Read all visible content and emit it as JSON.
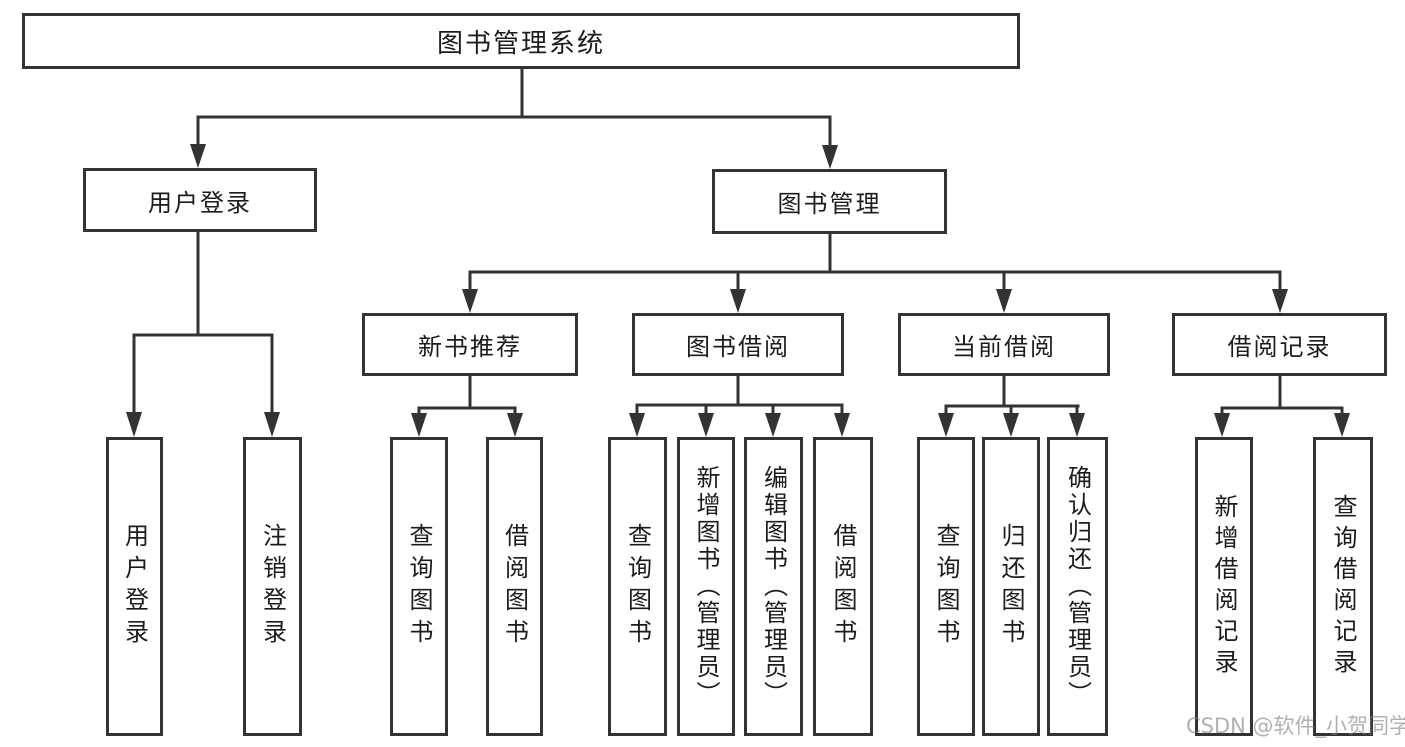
{
  "diagram": {
    "root": {
      "label": "图书管理系统"
    },
    "user": {
      "label": "用户登录",
      "children": [
        {
          "label": "用户登录"
        },
        {
          "label": "注销登录"
        }
      ]
    },
    "book": {
      "label": "图书管理",
      "modules": [
        {
          "label": "新书推荐",
          "children": [
            {
              "label": "查询图书"
            },
            {
              "label": "借阅图书"
            }
          ]
        },
        {
          "label": "图书借阅",
          "children": [
            {
              "label": "查询图书"
            },
            {
              "label": "新增图书（管理员）"
            },
            {
              "label": "编辑图书（管理员）"
            },
            {
              "label": "借阅图书"
            }
          ]
        },
        {
          "label": "当前借阅",
          "children": [
            {
              "label": "查询图书"
            },
            {
              "label": "归还图书"
            },
            {
              "label": "确认归还（管理员）"
            }
          ]
        },
        {
          "label": "借阅记录",
          "children": [
            {
              "label": "新增借阅记录"
            },
            {
              "label": "查询借阅记录"
            }
          ]
        }
      ]
    }
  },
  "watermark": {
    "text": "CSDN @软件_小贺同学"
  },
  "colors": {
    "line": "#333333",
    "box_border": "#333333",
    "text": "#1c1c1c",
    "watermark": "#7d7d7d",
    "background": "#ffffff"
  }
}
